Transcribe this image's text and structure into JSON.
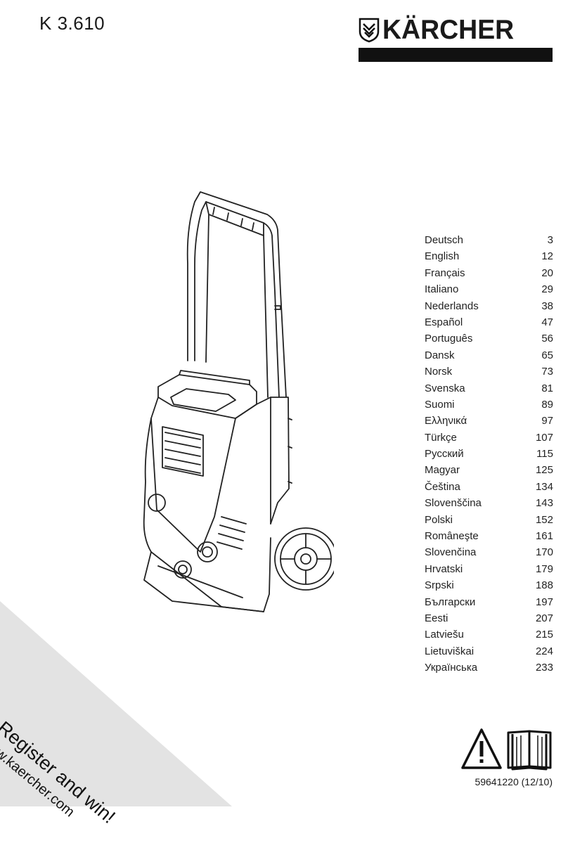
{
  "cover": {
    "model": "K 3.610",
    "brand": "KÄRCHER",
    "doc_number": "59641220 (12/10)",
    "promo_main": "Register and win!",
    "promo_url": "www.kaercher.com"
  },
  "toc": [
    {
      "lang": "Deutsch",
      "page": "3"
    },
    {
      "lang": "English",
      "page": "12"
    },
    {
      "lang": "Français",
      "page": "20"
    },
    {
      "lang": "Italiano",
      "page": "29"
    },
    {
      "lang": "Nederlands",
      "page": "38"
    },
    {
      "lang": "Español",
      "page": "47"
    },
    {
      "lang": "Português",
      "page": "56"
    },
    {
      "lang": "Dansk",
      "page": "65"
    },
    {
      "lang": "Norsk",
      "page": "73"
    },
    {
      "lang": "Svenska",
      "page": "81"
    },
    {
      "lang": "Suomi",
      "page": "89"
    },
    {
      "lang": "Ελληνικά",
      "page": "97"
    },
    {
      "lang": "Türkçe",
      "page": "107"
    },
    {
      "lang": "Русский",
      "page": "115"
    },
    {
      "lang": "Magyar",
      "page": "125"
    },
    {
      "lang": "Čeština",
      "page": "134"
    },
    {
      "lang": "Slovenščina",
      "page": "143"
    },
    {
      "lang": "Polski",
      "page": "152"
    },
    {
      "lang": "Româneşte",
      "page": "161"
    },
    {
      "lang": "Slovenčina",
      "page": "170"
    },
    {
      "lang": "Hrvatski",
      "page": "179"
    },
    {
      "lang": "Srpski",
      "page": "188"
    },
    {
      "lang": "Български",
      "page": "197"
    },
    {
      "lang": "Eesti",
      "page": "207"
    },
    {
      "lang": "Latviešu",
      "page": "215"
    },
    {
      "lang": "Lietuviškai",
      "page": "224"
    },
    {
      "lang": "Українська",
      "page": "233"
    }
  ],
  "icons": {
    "warning": "warning-triangle-icon",
    "manual": "open-book-icon"
  },
  "colors": {
    "ink": "#111111",
    "corner_band": "#e3e3e3"
  }
}
